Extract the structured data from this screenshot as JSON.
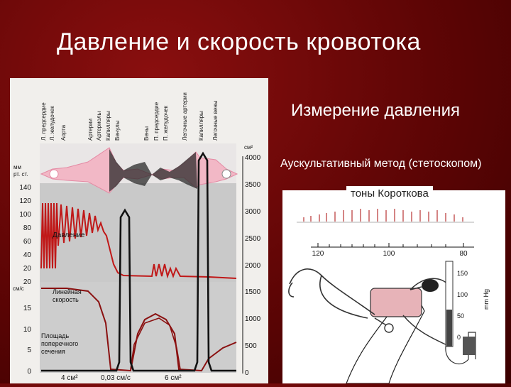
{
  "slide": {
    "title": "Давление и скорость кровотока",
    "subtitle": "Измерение давления",
    "method": "Аускультативный метод (стетоскопом)",
    "korotkov_label": "тоны Короткова"
  },
  "hemodynamics_figure": {
    "vessel_labels": [
      "Л. предсердие",
      "Л. желудочек",
      "Аорта",
      "Артерии",
      "Артериолы",
      "Капилляры",
      "Венулы",
      "Вены",
      "П. предсердие",
      "П. желудочек",
      "Легочные артерии",
      "Капилляры",
      "Легочные вены"
    ],
    "left_axis_units": [
      "мм",
      "рт. ст."
    ],
    "pressure_ticks": [
      "140",
      "120",
      "100",
      "80",
      "60",
      "40",
      "20"
    ],
    "velocity_axis_unit": "см/с",
    "velocity_ticks": [
      "20",
      "15",
      "10",
      "5",
      "0"
    ],
    "right_axis_unit": "см²",
    "area_ticks": [
      "4000",
      "3500",
      "3000",
      "2500",
      "2000",
      "1500",
      "1000",
      "500",
      "0"
    ],
    "pressure_label": "Давление",
    "velocity_label": [
      "Линейная",
      "скорость"
    ],
    "area_label": [
      "Площадь",
      "поперечного",
      "сечения"
    ],
    "bottom_labels": [
      "4 см²",
      "0,03 см/с",
      "6 см²"
    ]
  },
  "sphygmo_figure": {
    "scale_ticks": [
      "120",
      "100",
      "80"
    ],
    "manometer_ticks": [
      "150",
      "100",
      "50",
      "0"
    ],
    "manometer_unit": "mm Hg"
  }
}
